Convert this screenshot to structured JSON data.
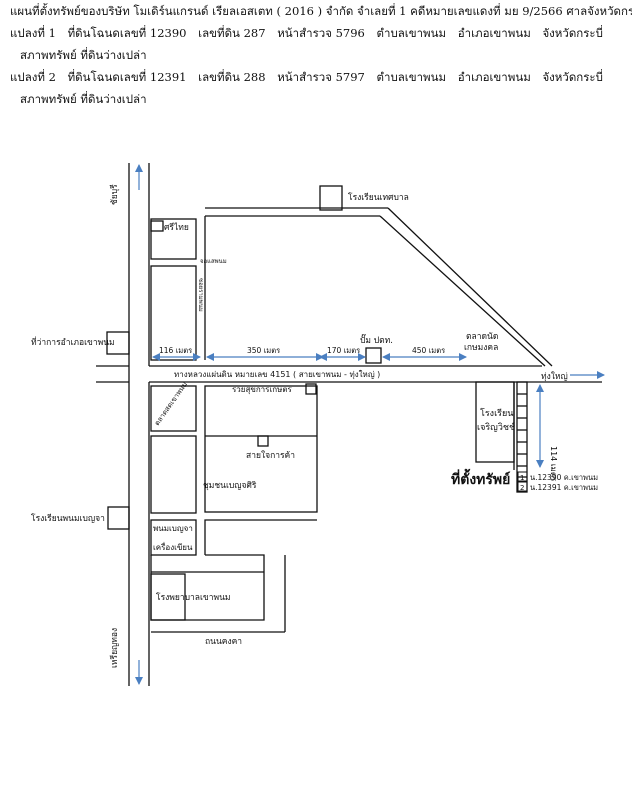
{
  "header": {
    "line1": "แผนที่ตั้งทรัพย์ของบริษัท โมเดิร์นแกรนด์ เรียลเอสเตท ( 2016 ) จำกัด จำเลยที่ 1 คดีหมายเลขแดงที่ มย 9/2566 ศาลจังหวัดกระบี่",
    "plot1": {
      "prefix": "แปลงที่ 1",
      "deed": "ที่ดินโฉนดเลขที่ 12390",
      "lot": "เลขที่ดิน 287",
      "survey": "หน้าสำรวจ 5796",
      "subdistrict": "ตำบลเขาพนม",
      "district": "อำเภอเขาพนม",
      "province": "จังหวัดกระบี่"
    },
    "plot1_condition": "สภาพทรัพย์ ที่ดินว่างเปล่า",
    "plot2": {
      "prefix": "แปลงที่ 2",
      "deed": "ที่ดินโฉนดเลขที่ 12391",
      "lot": "เลขที่ดิน 288",
      "survey": "หน้าสำรวจ 5797",
      "subdistrict": "ตำบลเขาพนม",
      "district": "อำเภอเขาพนม",
      "province": "จังหวัดกระบี่"
    },
    "plot2_condition": "สภาพทรัพย์ ที่ดินว่างเปล่า"
  },
  "map": {
    "north_road": "ชัยบุรี",
    "south_road": "เหรียญทอง",
    "highway": "ทางหลวงแผ่นดิน หมายเลข 4151 ( สายเขาพนม - ทุ่งใหญ่ )",
    "east_road": "ทุ่งใหญ่",
    "places": {
      "municipal_school": "โรงเรียนเทศบาล",
      "srithai": "ศรีไทย",
      "district_office": "ที่ว่าการอำเภอเขาพนม",
      "small_road": "จอแสพนม",
      "vertical_alley": "ซอยรามพนม",
      "gas_station": "ปั๊ม ปตท.",
      "market_line1": "ตลาดนัด",
      "market_line2": "เกษมงคล",
      "ruamsuk": "รวยสุขการเกษตร",
      "market_street": "ตลาดสดเขาพนม",
      "shop": "สายใจการค้า",
      "community": "ชุมชนเบญจศิริ",
      "school_line1": "โรงเรียน",
      "school_line2": "เจริญวิชช์",
      "property": "ที่ตั้งทรัพย์",
      "benja_school": "โรงเรียนพนมเบญจา",
      "benja_mid": "พนมเบญจา",
      "benja_machinery": "เครื่องเขียน",
      "hospital": "โรงพยาบาลเขาพนม",
      "khongkha_road": "ถนนคงคา"
    },
    "distances": {
      "d116": "116 เมตร",
      "d350": "350 เมตร",
      "d170": "170 เมตร",
      "d450": "450 เมตร",
      "d114": "114 เมตร"
    },
    "legend": {
      "n1": "1",
      "t1": "น.12390 ค.เขาพนม",
      "n2": "2",
      "t2": "น.12391 ค.เขาพนม"
    }
  }
}
